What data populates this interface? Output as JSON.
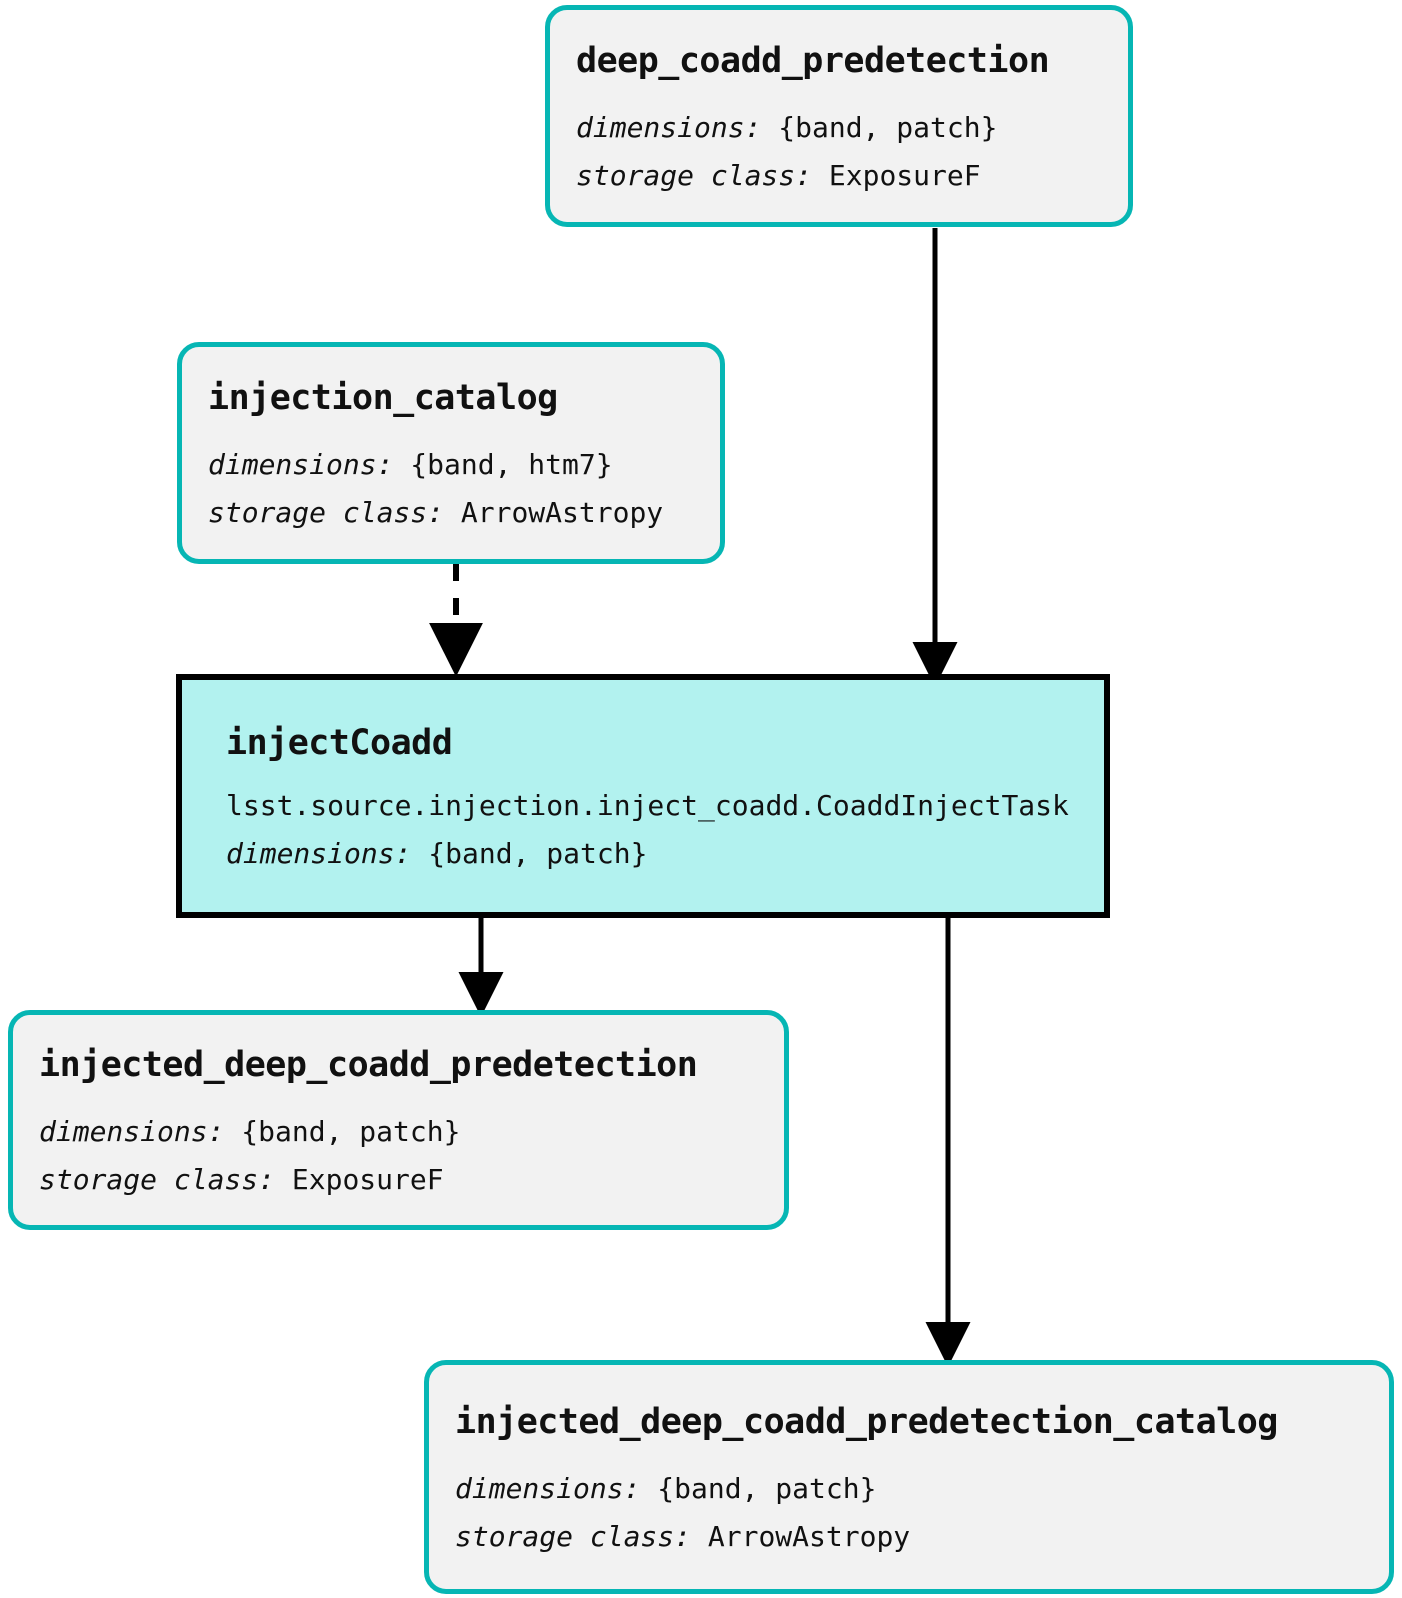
{
  "diagram": {
    "type": "pipeline-graph",
    "colors": {
      "dataset_border": "#06b6b4",
      "dataset_fill": "#f2f2f2",
      "task_fill": "#b2f2ef",
      "task_border": "#000000",
      "edge": "#000000"
    },
    "labels": {
      "dimensions": "dimensions:",
      "storage_class": "storage class:"
    },
    "nodes": [
      {
        "id": "deep_coadd_predetection",
        "kind": "dataset",
        "title": "deep_coadd_predetection",
        "dimensions": "{band, patch}",
        "storage_class": "ExposureF"
      },
      {
        "id": "injection_catalog",
        "kind": "dataset",
        "title": "injection_catalog",
        "dimensions": "{band, htm7}",
        "storage_class": "ArrowAstropy"
      },
      {
        "id": "injectCoadd",
        "kind": "task",
        "title": "injectCoadd",
        "task_class": "lsst.source.injection.inject_coadd.CoaddInjectTask",
        "dimensions": "{band, patch}"
      },
      {
        "id": "injected_deep_coadd_predetection",
        "kind": "dataset",
        "title": "injected_deep_coadd_predetection",
        "dimensions": "{band, patch}",
        "storage_class": "ExposureF"
      },
      {
        "id": "injected_deep_coadd_predetection_catalog",
        "kind": "dataset",
        "title": "injected_deep_coadd_predetection_catalog",
        "dimensions": "{band, patch}",
        "storage_class": "ArrowAstropy"
      }
    ],
    "edges": [
      {
        "from": "deep_coadd_predetection",
        "to": "injectCoadd",
        "style": "solid"
      },
      {
        "from": "injection_catalog",
        "to": "injectCoadd",
        "style": "dashed"
      },
      {
        "from": "injectCoadd",
        "to": "injected_deep_coadd_predetection",
        "style": "solid"
      },
      {
        "from": "injectCoadd",
        "to": "injected_deep_coadd_predetection_catalog",
        "style": "solid"
      }
    ]
  }
}
